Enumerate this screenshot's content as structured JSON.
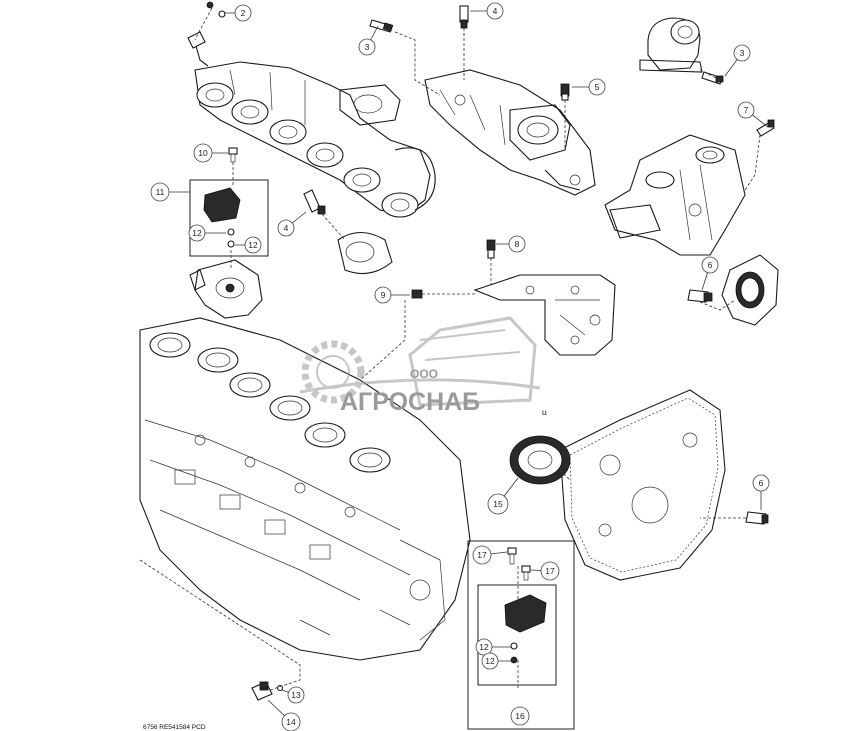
{
  "footer_code": "6756  RE541584  PCD",
  "watermark": {
    "prefix": "ООО",
    "brand": "АГРОСНАБ"
  },
  "stray_glyph": "u",
  "callouts": [
    {
      "id": "c2",
      "label": "2"
    },
    {
      "id": "c3a",
      "label": "3"
    },
    {
      "id": "c4a",
      "label": "4"
    },
    {
      "id": "c3b",
      "label": "3"
    },
    {
      "id": "c5",
      "label": "5"
    },
    {
      "id": "c7",
      "label": "7"
    },
    {
      "id": "c10",
      "label": "10"
    },
    {
      "id": "c11",
      "label": "11"
    },
    {
      "id": "c12a",
      "label": "12"
    },
    {
      "id": "c12b",
      "label": "12"
    },
    {
      "id": "c4b",
      "label": "4"
    },
    {
      "id": "c8",
      "label": "8"
    },
    {
      "id": "c6a",
      "label": "6"
    },
    {
      "id": "c9",
      "label": "9"
    },
    {
      "id": "c15",
      "label": "15"
    },
    {
      "id": "c6b",
      "label": "6"
    },
    {
      "id": "c17a",
      "label": "17"
    },
    {
      "id": "c17b",
      "label": "17"
    },
    {
      "id": "c12c",
      "label": "12"
    },
    {
      "id": "c12d",
      "label": "12"
    },
    {
      "id": "c16",
      "label": "16"
    },
    {
      "id": "c13",
      "label": "13"
    },
    {
      "id": "c14",
      "label": "14"
    }
  ]
}
